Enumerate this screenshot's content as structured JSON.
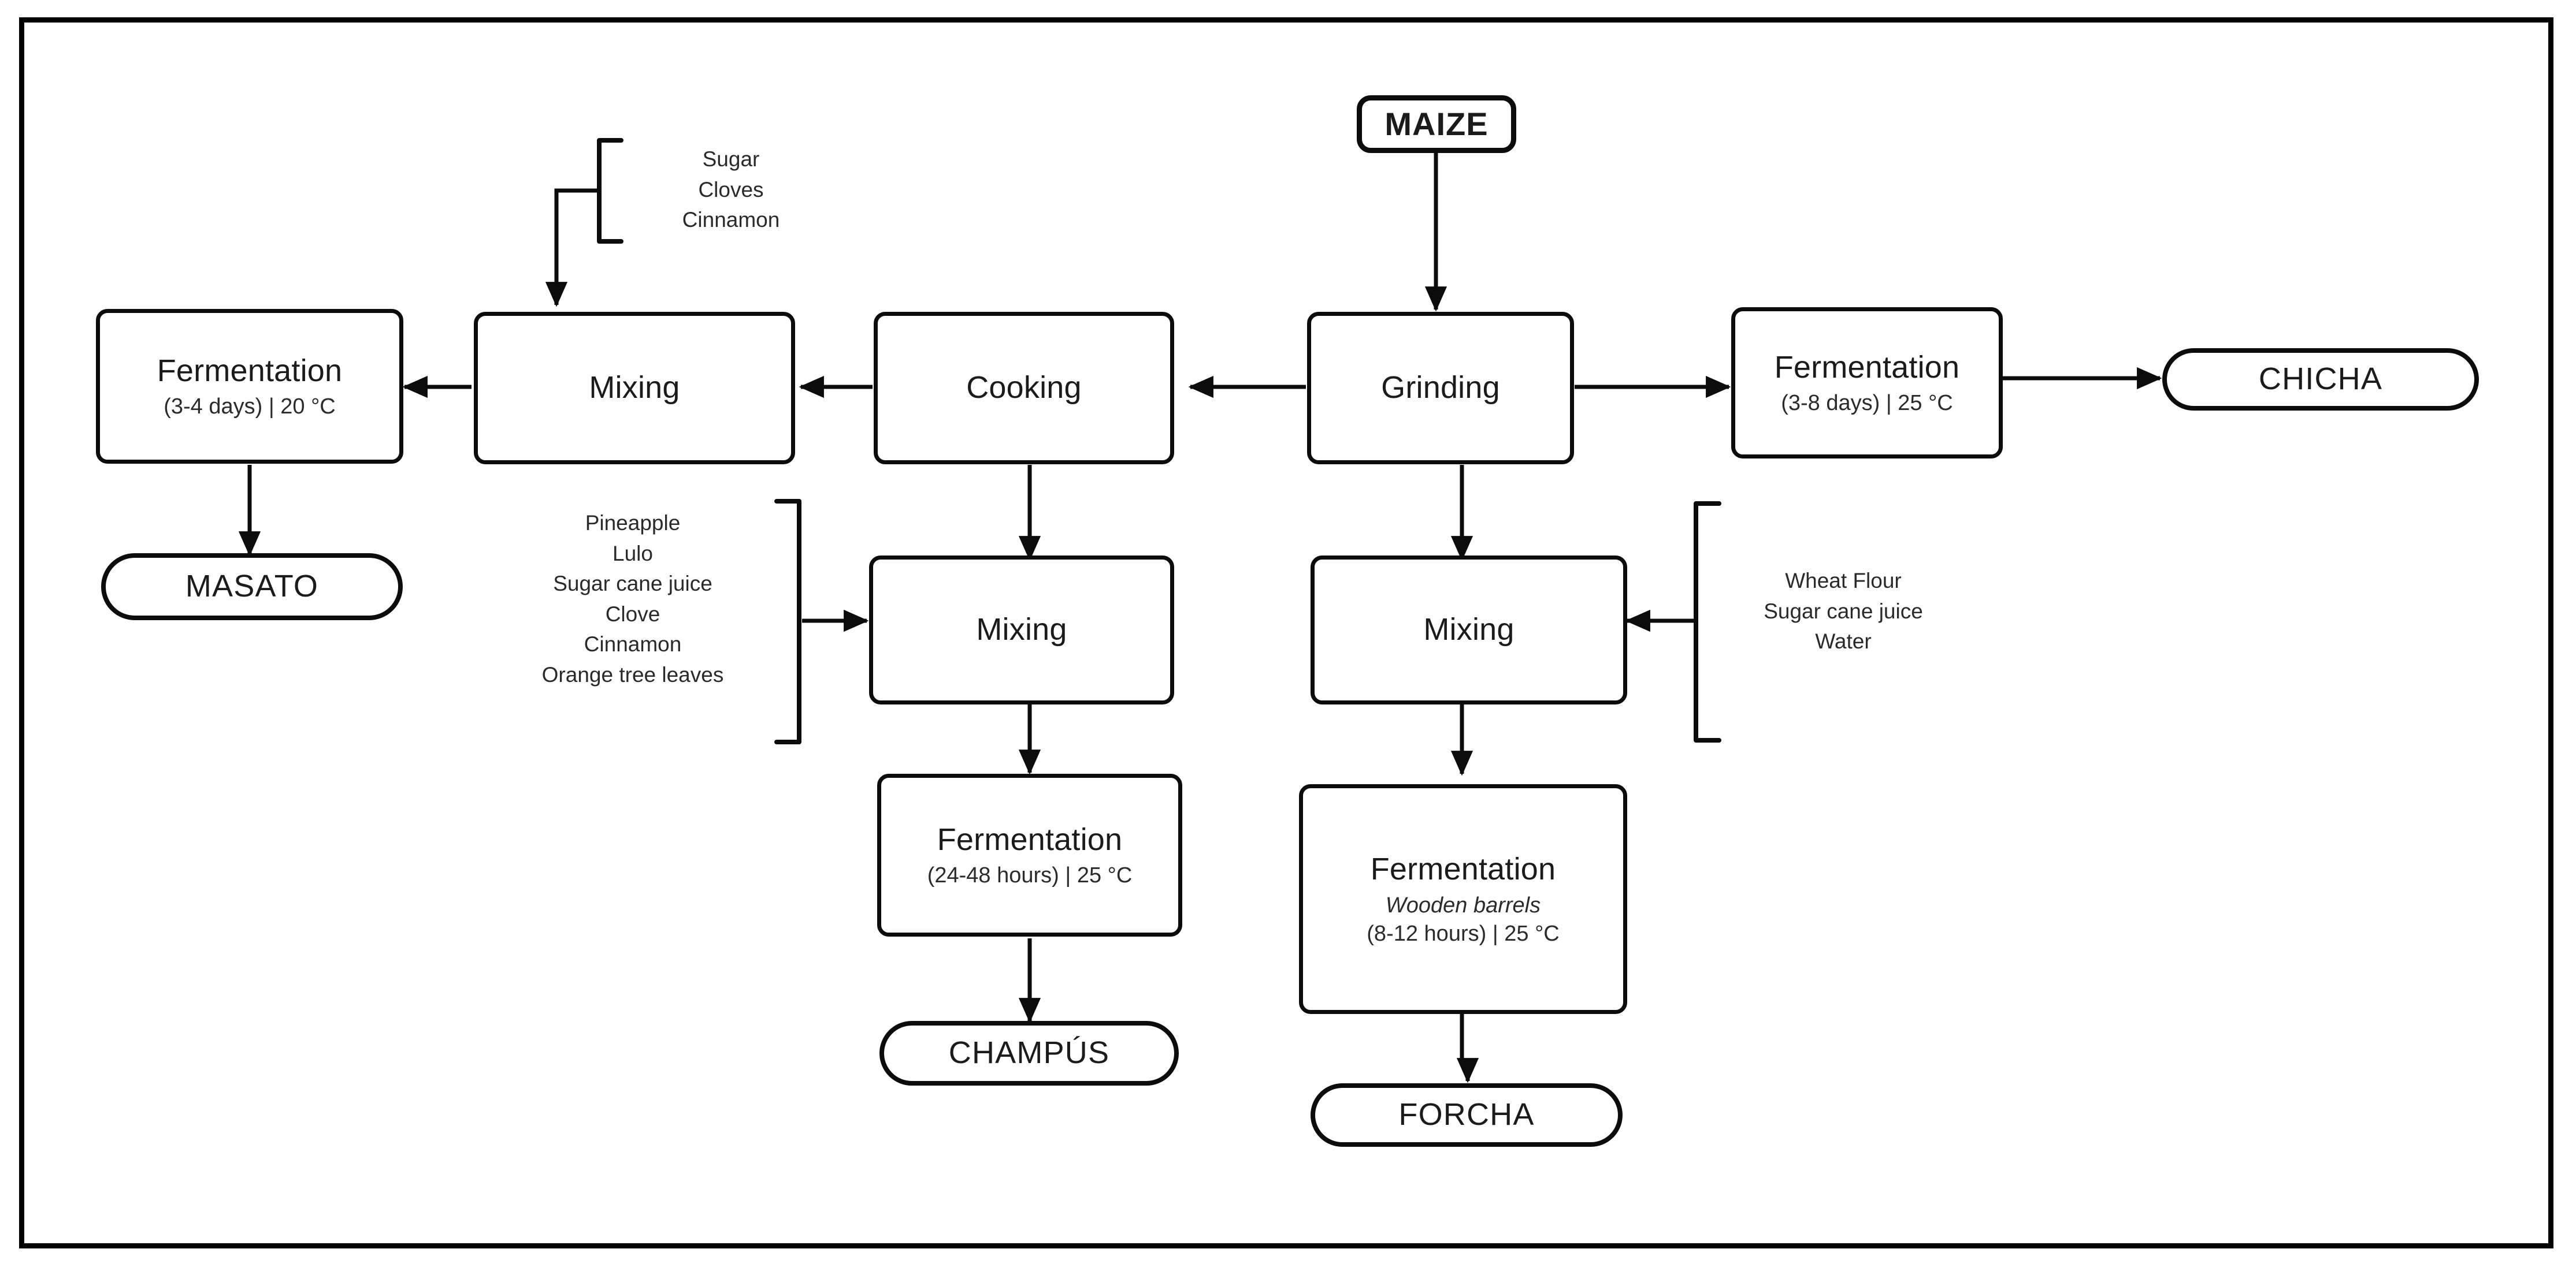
{
  "diagram": {
    "title": "Maize-based Colombian fermented beverages process flow",
    "frame_color": "#000000",
    "node_stroke": "#0c0c0c",
    "text_color": "#1b1b1b"
  },
  "nodes": {
    "maize": {
      "label": "MAIZE",
      "shape": "rounded-source"
    },
    "grinding": {
      "label": "Grinding",
      "shape": "process"
    },
    "cooking": {
      "label": "Cooking",
      "shape": "process"
    },
    "mixing_masato": {
      "label": "Mixing",
      "shape": "process"
    },
    "mixing_champus": {
      "label": "Mixing",
      "shape": "process"
    },
    "mixing_forcha": {
      "label": "Mixing",
      "shape": "process"
    },
    "fermentation_masato": {
      "label": "Fermentation",
      "detail": "(3-4 days) | 20 °C",
      "shape": "process"
    },
    "fermentation_chicha": {
      "label": "Fermentation",
      "detail": "(3-8 days) | 25 °C",
      "shape": "process"
    },
    "fermentation_champus": {
      "label": "Fermentation",
      "detail": "(24-48 hours) | 25 °C",
      "shape": "process"
    },
    "fermentation_forcha": {
      "label": "Fermentation",
      "vessel": "Wooden barrels",
      "detail": "(8-12 hours) | 25 °C",
      "shape": "process"
    },
    "masato": {
      "label": "MASATO",
      "shape": "terminator"
    },
    "chicha": {
      "label": "CHICHA",
      "shape": "terminator"
    },
    "champus": {
      "label": "CHAMPÚS",
      "shape": "terminator"
    },
    "forcha": {
      "label": "FORCHA",
      "shape": "terminator"
    }
  },
  "ingredient_groups": {
    "masato_additions": {
      "bracket": "left",
      "items": [
        "Sugar",
        "Cloves",
        "Cinnamon"
      ]
    },
    "champus_additions": {
      "bracket": "right",
      "items": [
        "Pineapple",
        "Lulo",
        "Sugar cane juice",
        "Clove",
        "Cinnamon",
        "Orange tree leaves"
      ]
    },
    "forcha_additions": {
      "bracket": "left",
      "items": [
        "Wheat Flour",
        "Sugar cane juice",
        "Water"
      ]
    }
  },
  "edges": [
    {
      "from": "maize",
      "to": "grinding",
      "direction": "down"
    },
    {
      "from": "grinding",
      "to": "cooking",
      "direction": "left"
    },
    {
      "from": "grinding",
      "to": "fermentation_chicha",
      "direction": "right"
    },
    {
      "from": "grinding",
      "to": "mixing_forcha",
      "direction": "down"
    },
    {
      "from": "cooking",
      "to": "mixing_masato",
      "direction": "left"
    },
    {
      "from": "cooking",
      "to": "mixing_champus",
      "direction": "down"
    },
    {
      "from": "mixing_masato",
      "to": "fermentation_masato",
      "direction": "left"
    },
    {
      "from": "fermentation_masato",
      "to": "masato",
      "direction": "down"
    },
    {
      "from": "fermentation_chicha",
      "to": "chicha",
      "direction": "right"
    },
    {
      "from": "mixing_champus",
      "to": "champus_additions",
      "direction": "left"
    },
    {
      "from": "mixing_champus",
      "to": "fermentation_champus",
      "direction": "down"
    },
    {
      "from": "fermentation_champus",
      "to": "champus",
      "direction": "down"
    },
    {
      "from": "forcha_additions",
      "to": "mixing_forcha",
      "direction": "left"
    },
    {
      "from": "mixing_forcha",
      "to": "fermentation_forcha",
      "direction": "down"
    },
    {
      "from": "fermentation_forcha",
      "to": "forcha",
      "direction": "down"
    },
    {
      "from": "masato_additions",
      "to": "mixing_masato",
      "direction": "down"
    }
  ]
}
